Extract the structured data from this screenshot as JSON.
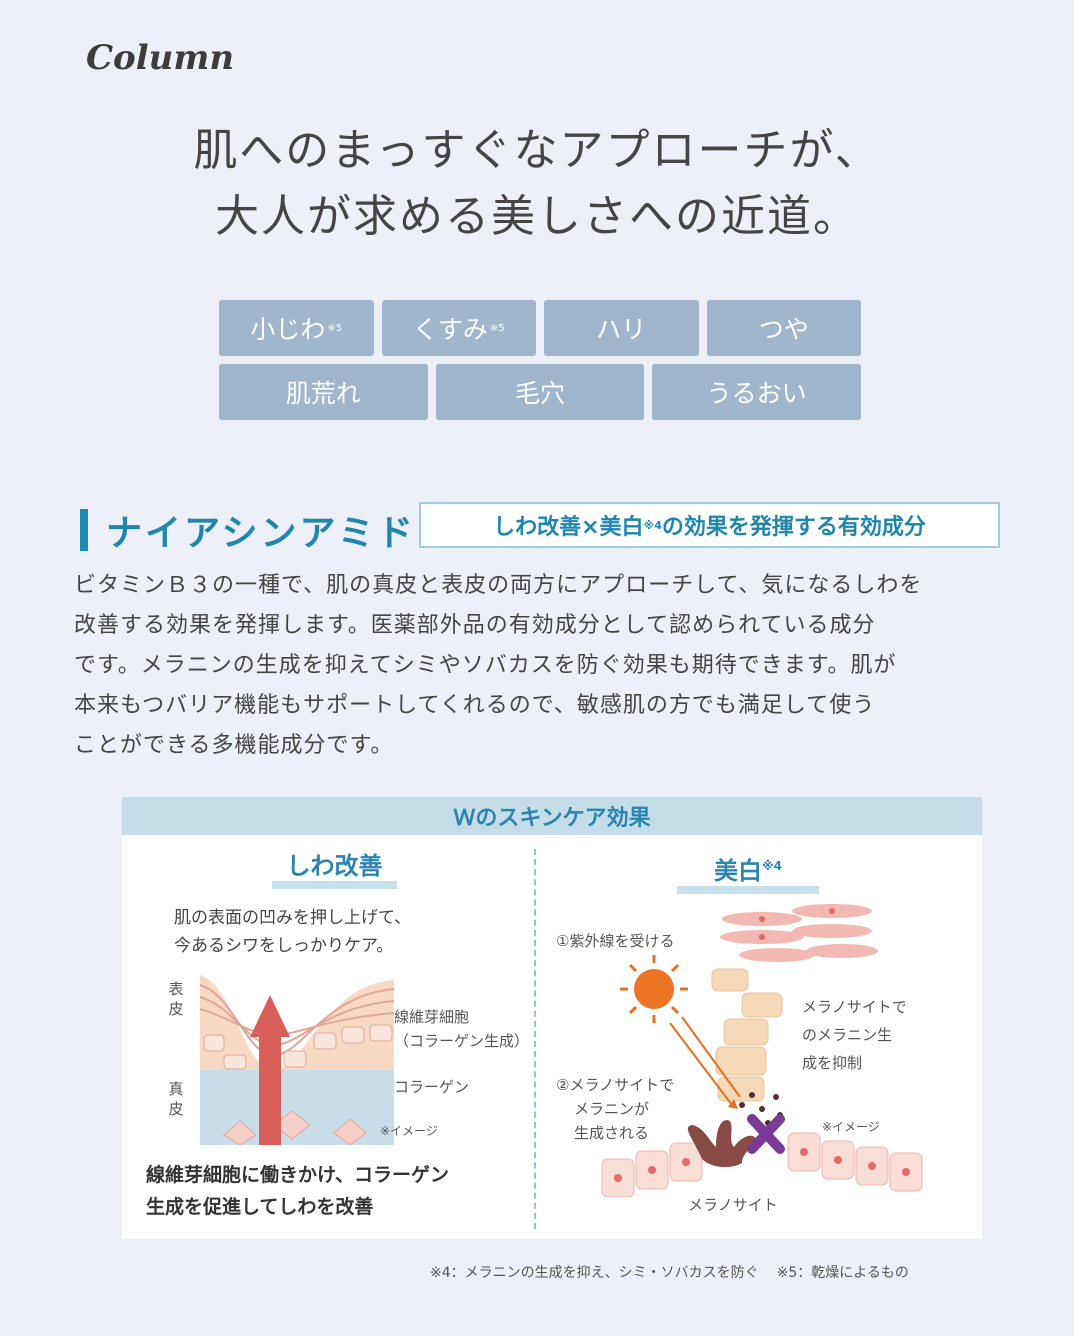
{
  "column_label": "Column",
  "headline": {
    "line1": "肌へのまっすぐなアプローチが、",
    "line2": "大人が求める美しさへの近道。"
  },
  "tags": {
    "row1": [
      {
        "label": "小じわ",
        "note": "※5"
      },
      {
        "label": "くすみ",
        "note": "※5"
      },
      {
        "label": "ハリ",
        "note": ""
      },
      {
        "label": "つや",
        "note": ""
      }
    ],
    "row2": [
      {
        "label": "肌荒れ"
      },
      {
        "label": "毛穴"
      },
      {
        "label": "うるおい"
      }
    ]
  },
  "section": {
    "title": "ナイアシンアミド",
    "subtitle_pre": "しわ改善×美白",
    "subtitle_note": "※4",
    "subtitle_post": "の効果を発揮する有効成分",
    "body": [
      "ビタミンＢ３の一種で、肌の真皮と表皮の両方にアプローチして、気になるしわを",
      "改善する効果を発揮します。医薬部外品の有効成分として認められている成分",
      "です。メラニンの生成を抑えてシミやソバカスを防ぐ効果も期待できます。肌が",
      "本来もつバリア機能もサポートしてくれるので、敏感肌の方でも満足して使う",
      "ことができる多機能成分です。"
    ]
  },
  "panel": {
    "title": "Ｗのスキンケア効果",
    "left": {
      "title": "しわ改善",
      "desc1": "肌の表面の凹みを押し上げて、",
      "desc2": "今あるシワをしっかりケア。",
      "label_epidermis": "表皮",
      "label_dermis": "真皮",
      "label_fibroblast1": "線維芽細胞",
      "label_fibroblast2": "（コラーゲン生成）",
      "label_collagen": "コラーゲン",
      "label_image": "※イメージ",
      "summary1": "線維芽細胞に働きかけ、コラーゲン",
      "summary2": "生成を促進してしわを改善"
    },
    "right": {
      "title": "美白",
      "title_note": "※4",
      "step1": "①紫外線を受ける",
      "step2a": "②メラノサイトで",
      "step2b": "メラニンが",
      "step2c": "生成される",
      "suppress1": "メラノサイトで",
      "suppress2": "のメラニン生",
      "suppress3": "成を抑制",
      "label_image": "※イメージ",
      "label_melanocyte": "メラノサイト"
    }
  },
  "footnotes": {
    "note4": "※4：メラニンの生成を抑え、シミ・ソバカスを防ぐ",
    "note5": "※5：乾燥によるもの"
  },
  "colors": {
    "background": "#edf0f8",
    "tag": "#9fb6cc",
    "accent": "#1f86ad",
    "panel_header": "#c4dde8"
  }
}
